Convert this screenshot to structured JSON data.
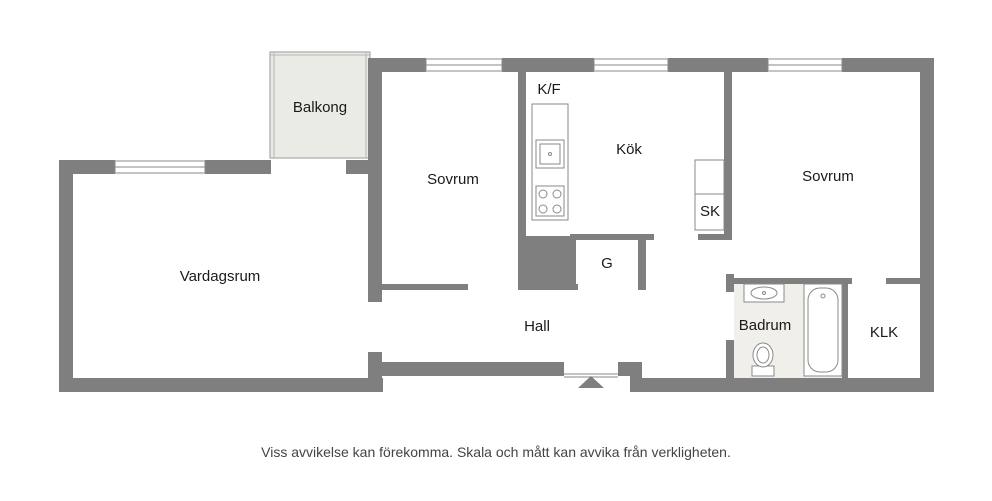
{
  "rooms": {
    "balkong": "Balkong",
    "vardagsrum": "Vardagsrum",
    "sovrum_left": "Sovrum",
    "kf": "K/F",
    "kok": "Kök",
    "sk": "SK",
    "sovrum_right": "Sovrum",
    "g": "G",
    "hall": "Hall",
    "badrum": "Badrum",
    "klk": "KLK"
  },
  "footer": {
    "disclaimer": "Viss avvikelse kan förekomma. Skala och mått kan avvika från verkligheten."
  },
  "colors": {
    "wall": "#7f7f7f",
    "balcony_fill": "#ebebe6",
    "bathroom_fill": "#f0efea",
    "background": "#ffffff"
  }
}
